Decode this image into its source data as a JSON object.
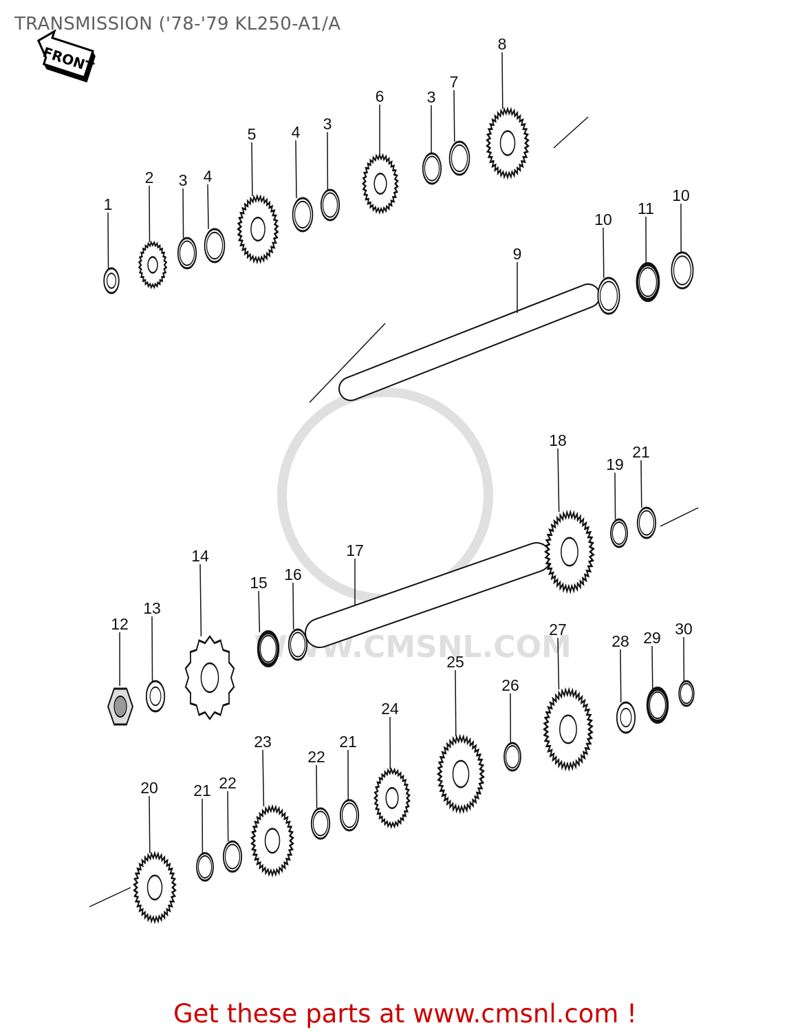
{
  "title": "TRANSMISSION ('78-'79 KL250-A1/A",
  "front_label": "FRONT",
  "watermark": "WWW.CMSNL.COM",
  "callouts": [
    "1",
    "2",
    "3",
    "4",
    "5",
    "4",
    "3",
    "6",
    "3",
    "7",
    "8",
    "9",
    "10",
    "11",
    "10",
    "18",
    "19",
    "21",
    "17",
    "14",
    "15",
    "16",
    "13",
    "12",
    "27",
    "28",
    "29",
    "30",
    "25",
    "26",
    "24",
    "21",
    "22",
    "23",
    "22",
    "21",
    "20"
  ],
  "footer": "Get these parts at www.cmsnl.com !",
  "colors": {
    "footer": "#cc0000",
    "title": "#606060",
    "line": "#111111"
  }
}
